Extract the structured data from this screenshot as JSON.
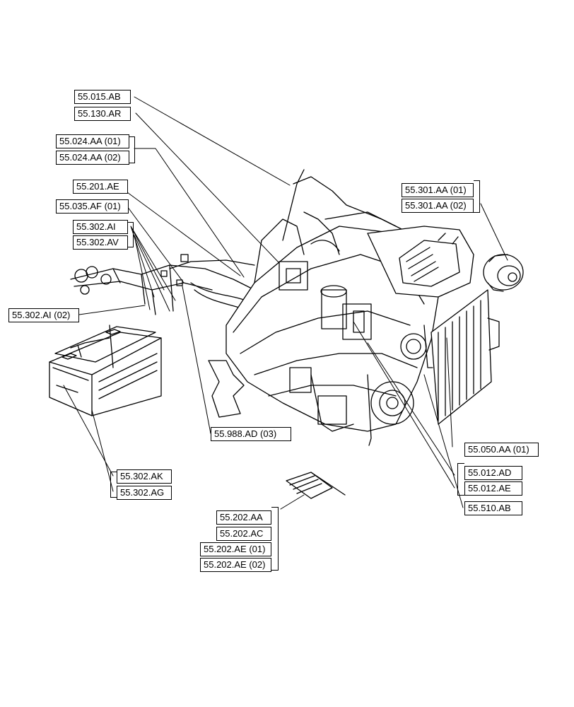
{
  "labels": {
    "l_55_015_AB": "55.015.AB",
    "l_55_130_AR": "55.130.AR",
    "l_55_024_AA_01": "55.024.AA (01)",
    "l_55_024_AA_02": "55.024.AA (02)",
    "l_55_201_AE": "55.201.AE",
    "l_55_035_AF_01": "55.035.AF (01)",
    "l_55_302_AI": "55.302.AI",
    "l_55_302_AV": "55.302.AV",
    "l_55_302_AI_02": "55.302.AI (02)",
    "l_55_988_AD_03": "55.988.AD (03)",
    "l_55_302_AK": "55.302.AK",
    "l_55_302_AG": "55.302.AG",
    "l_55_202_AA": "55.202.AA",
    "l_55_202_AC": "55.202.AC",
    "l_55_202_AE_01": "55.202.AE (01)",
    "l_55_202_AE_02": "55.202.AE (02)",
    "l_55_301_AA_01": "55.301.AA (01)",
    "l_55_301_AA_02": "55.301.AA (02)",
    "l_55_050_AA_01": "55.050.AA (01)",
    "l_55_012_AD": "55.012.AD",
    "l_55_012_AE": "55.012.AE",
    "l_55_510_AB": "55.510.AB"
  },
  "colors": {
    "line": "#000000",
    "background": "#ffffff"
  }
}
